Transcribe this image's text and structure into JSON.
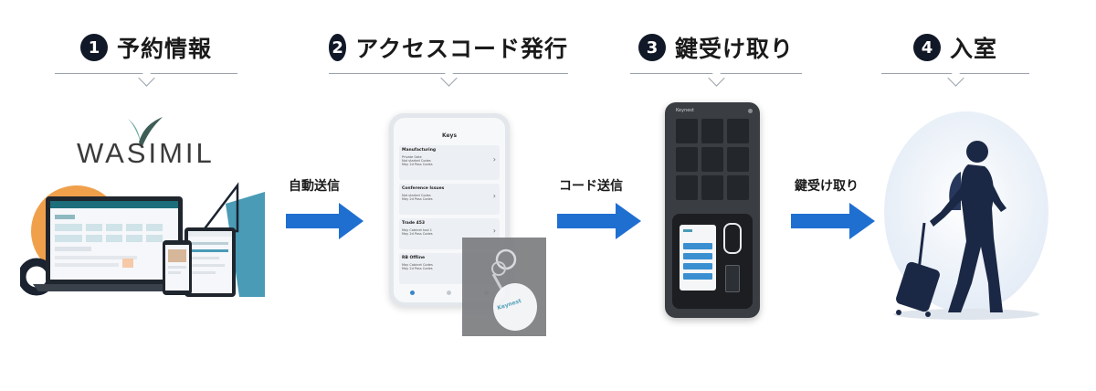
{
  "colors": {
    "arrow": "#1f6fd1",
    "badge": "#111827",
    "rule": "#9aa3ad"
  },
  "steps": [
    {
      "num": "1",
      "label": "予約情報"
    },
    {
      "num": "2",
      "label": "アクセスコード発行"
    },
    {
      "num": "3",
      "label": "鍵受け取り"
    },
    {
      "num": "4",
      "label": "入室"
    }
  ],
  "arrows": [
    {
      "label": "自動送信"
    },
    {
      "label": "コード送信"
    },
    {
      "label": "鍵受け取り"
    }
  ],
  "wasimil": {
    "logo_text": "WASIMIL"
  },
  "phone": {
    "title": "Keys",
    "items": [
      {
        "name": "Manufacturing",
        "lines": [
          "Private Gate",
          "Not started Codes",
          "May 2d Pass Codes"
        ]
      },
      {
        "name": "Conference Issues",
        "lines": [
          "Not started Codes",
          "May 2d Pass Codes"
        ]
      },
      {
        "name": "Trade 453",
        "lines": [
          "May Cabinet tool 1",
          "May 2d Pass Codes"
        ]
      },
      {
        "name": "RB Offline",
        "lines": [
          "May Cabinet Codes",
          "May 2d Pass Codes"
        ]
      }
    ],
    "tag_text": "Keynest"
  },
  "locker": {
    "brand": "Keynest"
  }
}
